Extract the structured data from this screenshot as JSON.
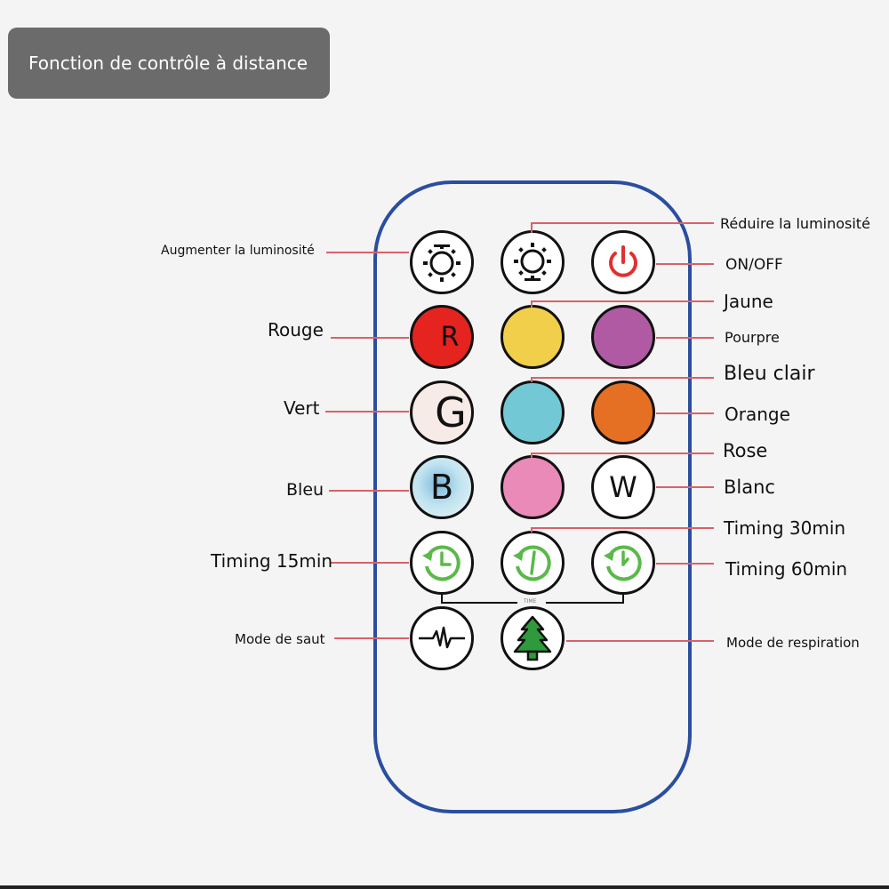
{
  "header": {
    "title": "Fonction de contrôle à distance"
  },
  "labels": {
    "increase_brightness": "Augmenter la luminosité",
    "decrease_brightness": "Réduire la luminosité",
    "on_off": "ON/OFF",
    "red": "Rouge",
    "yellow": "Jaune",
    "purple": "Pourpre",
    "green": "Vert",
    "light_blue": "Bleu clair",
    "orange": "Orange",
    "blue": "Bleu",
    "pink": "Rose",
    "white": "Blanc",
    "timing_15": "Timing 15min",
    "timing_30": "Timing 30min",
    "timing_60": "Timing 60min",
    "jump_mode": "Mode de saut",
    "breathing_mode": "Mode de respiration"
  },
  "buttons": {
    "red_letter": "R",
    "green_letter": "G",
    "blue_letter": "B",
    "white_letter": "W",
    "time_text": "TIME"
  },
  "colors": {
    "remote_border": "#2a4ea0",
    "leader_line": "#d9616b",
    "red": "#e5231f",
    "yellow": "#f2cf4a",
    "purple": "#b05aa4",
    "green_button": "#f7ebe8",
    "light_blue": "#72c8d5",
    "orange": "#e56f22",
    "blue_button": "#bfe3ef",
    "pink": "#e98ab9",
    "white": "#ffffff",
    "power_icon": "#e03030",
    "timer_icon": "#5ab94a",
    "tree_icon": "#2e9a3c"
  },
  "icons": {
    "increase_brightness": "sun-up-icon",
    "decrease_brightness": "sun-down-icon",
    "power": "power-icon",
    "timer": "clock-timer-icon",
    "jump": "pulse-wave-icon",
    "breathing": "tree-icon"
  }
}
